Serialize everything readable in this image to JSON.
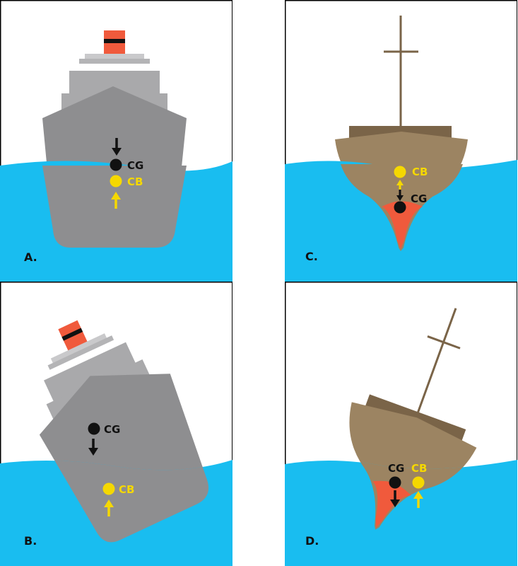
{
  "panels": [
    {
      "id": "A",
      "label": "A.",
      "cg": "CG",
      "cb": "CB"
    },
    {
      "id": "B",
      "label": "B.",
      "cg": "CG",
      "cb": "CB"
    },
    {
      "id": "C",
      "label": "C.",
      "cg": "CG",
      "cb": "CB"
    },
    {
      "id": "D",
      "label": "D.",
      "cg": "CG",
      "cb": "CB"
    }
  ],
  "colors": {
    "water": "#19bdf0",
    "hull_grey": "#8e8e90",
    "superstructure_grey": "#a9a9ab",
    "funnel": "#f05a3c",
    "hull_brown": "#9c8462",
    "deck_brown": "#7a6448",
    "keel_red": "#f05a3c",
    "cg_marker": "#111111",
    "cb_marker": "#f5d800"
  },
  "icons": [
    "cruise-ship-icon",
    "sailboat-icon",
    "down-arrow-icon",
    "up-arrow-icon"
  ]
}
